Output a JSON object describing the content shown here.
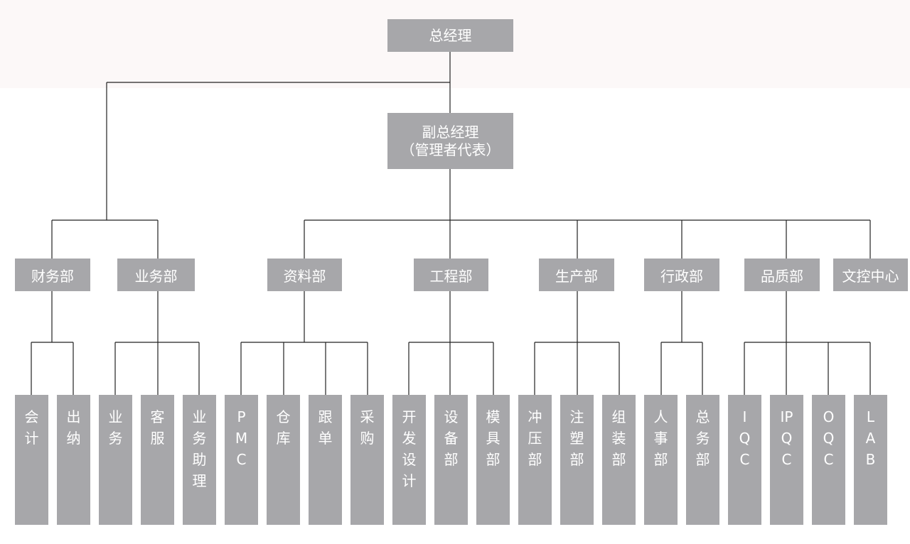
{
  "general_manager": "总经理",
  "deputy_manager": {
    "line1": "副总经理",
    "line2": "（管理者代表）"
  },
  "departments": [
    {
      "name": "财务部",
      "subs": [
        "会计",
        "出纳"
      ]
    },
    {
      "name": "业务部",
      "subs": [
        "业务",
        "客服",
        "业务助理"
      ]
    },
    {
      "name": "资料部",
      "subs": [
        "PMC",
        "仓库",
        "跟单",
        "采购"
      ]
    },
    {
      "name": "工程部",
      "subs": [
        "开发设计",
        "设备部",
        "模具部"
      ]
    },
    {
      "name": "生产部",
      "subs": [
        "冲压部",
        "注塑部",
        "组装部"
      ]
    },
    {
      "name": "行政部",
      "subs": [
        "人事部",
        "总务部"
      ]
    },
    {
      "name": "品质部",
      "subs": [
        "IQC",
        "IPQC",
        "OQC",
        "LAB"
      ]
    },
    {
      "name": "文控中心",
      "subs": []
    }
  ]
}
